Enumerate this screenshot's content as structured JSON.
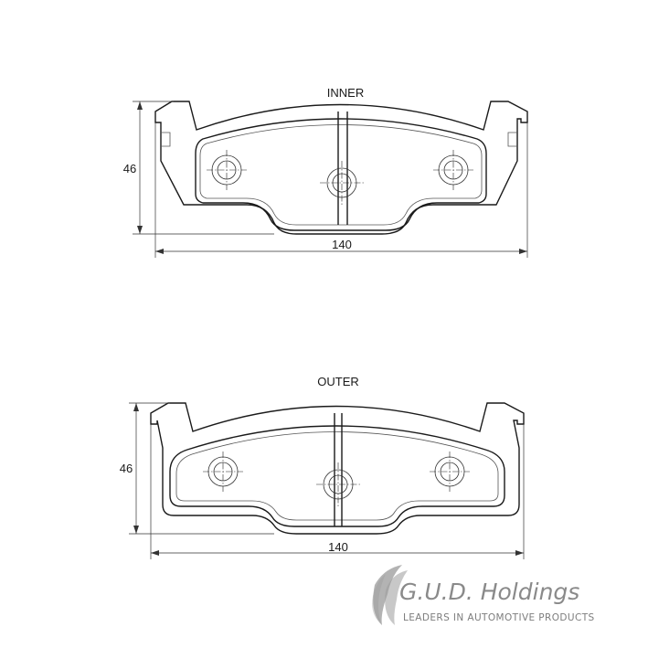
{
  "views": [
    {
      "name": "INNER",
      "height": "46",
      "width": "140"
    },
    {
      "name": "OUTER",
      "height": "46",
      "width": "140"
    }
  ],
  "logo": {
    "name": "G.U.D. Holdings",
    "tagline": "LEADERS IN AUTOMOTIVE PRODUCTS"
  }
}
